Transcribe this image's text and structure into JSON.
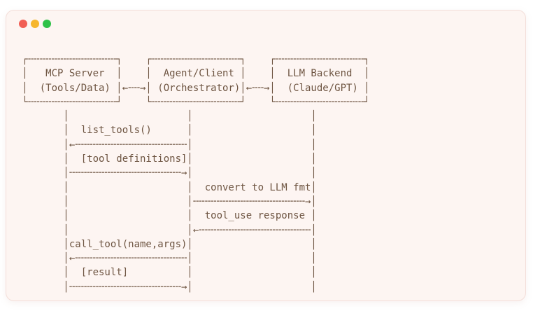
{
  "window": {
    "background": "#fdf5f2",
    "border_color": "#f3ded9",
    "traffic_lights": [
      {
        "name": "close",
        "color": "#f15f55"
      },
      {
        "name": "minimize",
        "color": "#f6b62d"
      },
      {
        "name": "zoom",
        "color": "#2fc148"
      }
    ]
  },
  "colors": {
    "page_background": "#ffffff",
    "ink": "#6e5542"
  },
  "diagram": {
    "type": "sequence",
    "actors": [
      {
        "name": "MCP Server",
        "subtitle": "(Tools/Data)"
      },
      {
        "name": "Agent/Client",
        "subtitle": "(Orchestrator)"
      },
      {
        "name": "LLM Backend",
        "subtitle": "(Claude/GPT)"
      }
    ],
    "connections": [
      {
        "between": [
          "MCP Server",
          "Agent/Client"
        ],
        "style": "bidirectional-arrow"
      },
      {
        "between": [
          "Agent/Client",
          "LLM Backend"
        ],
        "style": "bidirectional-arrow"
      }
    ],
    "messages": [
      {
        "label": "list_tools()",
        "from": "Agent/Client",
        "to": "MCP Server",
        "direction": "left"
      },
      {
        "label": "[tool definitions]",
        "from": "MCP Server",
        "to": "Agent/Client",
        "direction": "right"
      },
      {
        "label": "convert to LLM fmt",
        "from": "Agent/Client",
        "to": "LLM Backend",
        "direction": "right"
      },
      {
        "label": "tool_use response",
        "from": "LLM Backend",
        "to": "Agent/Client",
        "direction": "left"
      },
      {
        "label": "call_tool(name,args)",
        "from": "Agent/Client",
        "to": "MCP Server",
        "direction": "left"
      },
      {
        "label": "[result]",
        "from": "MCP Server",
        "to": "Agent/Client",
        "direction": "right"
      }
    ],
    "ascii": " ┌╌╌╌╌╌╌╌╌╌╌╌╌╌╌╌┐    ┌╌╌╌╌╌╌╌╌╌╌╌╌╌╌╌┐    ┌╌╌╌╌╌╌╌╌╌╌╌╌╌╌╌┐\n │   MCP Server  │    │  Agent/Client │    │  LLM Backend  │\n │  (Tools/Data) │←╌╌→│ (Orchestrator)│←╌╌→│  (Claude/GPT) │\n └╌╌╌╌╌╌╌╌╌╌╌╌╌╌╌┘    └╌╌╌╌╌╌╌╌╌╌╌╌╌╌╌┘    └╌╌╌╌╌╌╌╌╌╌╌╌╌╌╌┘\n        │                    │                    │\n        │  list_tools()      │                    │\n        │←╌╌╌╌╌╌╌╌╌╌╌╌╌╌╌╌╌╌╌│                    │\n        │  [tool definitions]│                    │\n        │╌╌╌╌╌╌╌╌╌╌╌╌╌╌╌╌╌╌╌→│                    │\n        │                    │  convert to LLM fmt│\n        │                    │╌╌╌╌╌╌╌╌╌╌╌╌╌╌╌╌╌╌╌→│\n        │                    │  tool_use response │\n        │                    │←╌╌╌╌╌╌╌╌╌╌╌╌╌╌╌╌╌╌╌│\n        │call_tool(name,args)│                    │\n        │←╌╌╌╌╌╌╌╌╌╌╌╌╌╌╌╌╌╌╌│                    │\n        │  [result]          │                    │\n        │╌╌╌╌╌╌╌╌╌╌╌╌╌╌╌╌╌╌╌→│                    │"
  }
}
